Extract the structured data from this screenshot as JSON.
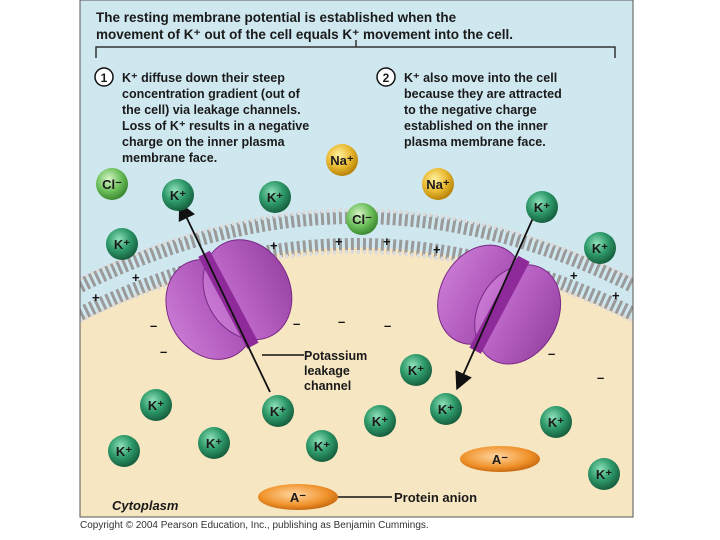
{
  "title": {
    "line1": "The resting membrane potential is established when the",
    "line2": "movement of K⁺ out of the cell equals K⁺ movement into the cell."
  },
  "step1": {
    "number": "1",
    "lines": [
      "K⁺ diffuse down their steep",
      "concentration gradient (out of",
      "the cell) via leakage channels.",
      "Loss of K⁺ results in a negative",
      "charge on the inner plasma",
      "membrane face."
    ]
  },
  "step2": {
    "number": "2",
    "lines": [
      "K⁺ also move into the cell",
      "because they are attracted",
      "to the negative charge",
      "established on the inner",
      "plasma membrane face."
    ]
  },
  "ions": {
    "k": "K⁺",
    "na": "Na⁺",
    "cl": "Cl⁻",
    "a": "A⁻"
  },
  "labels": {
    "channel": [
      "Potassium",
      "leakage",
      "channel"
    ],
    "protein_anion": "Protein anion",
    "cytoplasm": "Cytoplasm"
  },
  "charges": {
    "plus": "+",
    "minus": "–"
  },
  "copyright": "Copyright © 2004 Pearson Education, Inc., publishing as Benjamin Cummings.",
  "colors": {
    "extracellular": "#cfe8f0",
    "cytoplasm": "#f6e6c2",
    "k_ion": "#2e9a6a",
    "na_ion": "#e8b830",
    "cl_ion": "#6bbf5a",
    "a_ion": "#f0922a",
    "channel": "#b45cc0"
  }
}
